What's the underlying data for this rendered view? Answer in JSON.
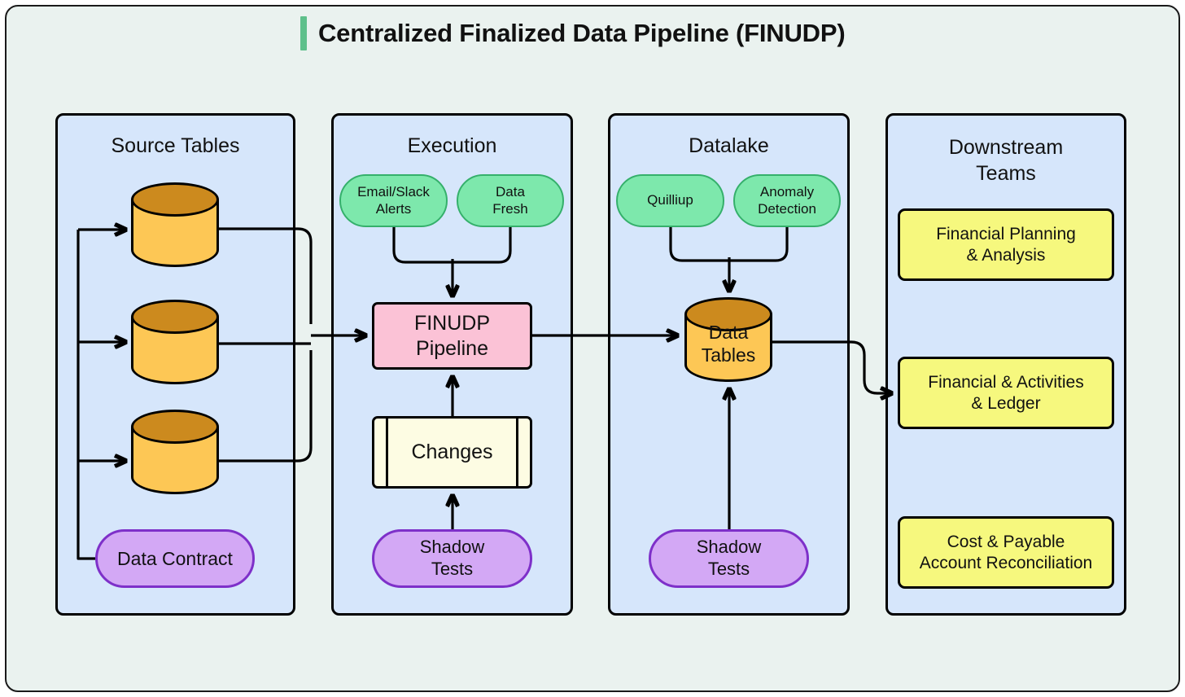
{
  "header": {
    "title": "Centralized Finalized Data Pipeline (FINUDP)",
    "accent_color": "#5ec08b"
  },
  "colors": {
    "page_background": "#eaf2ef",
    "cluster_fill": "#d6e6fb",
    "cluster_border": "#000000",
    "cylinder_body": "#fdc755",
    "cylinder_top": "#cc8a1e",
    "green_pill": "#7de8ac",
    "green_pill_border": "#35b06b",
    "purple_pill": "#d3a8f5",
    "purple_pill_border": "#7e30c9",
    "pink_box": "#fbc2d6",
    "yellow_box": "#f6f87e",
    "subroutine_box": "#fdfce3",
    "edge": "#000000"
  },
  "clusters": [
    {
      "id": "source-tables",
      "title": "Source Tables",
      "nodes": [
        {
          "id": "source-table-1",
          "label": "",
          "shape": "cylinder"
        },
        {
          "id": "source-table-2",
          "label": "",
          "shape": "cylinder"
        },
        {
          "id": "source-table-3",
          "label": "",
          "shape": "cylinder"
        },
        {
          "id": "data-contract",
          "label": "Data Contract",
          "shape": "stadium"
        }
      ]
    },
    {
      "id": "execution",
      "title": "Execution",
      "nodes": [
        {
          "id": "email-slack-alerts",
          "label": "Email/Slack\nAlerts",
          "shape": "stadium"
        },
        {
          "id": "data-fresh",
          "label": "Data\nFresh",
          "shape": "stadium"
        },
        {
          "id": "finudp-pipeline",
          "label": "FINUDP\nPipeline",
          "shape": "rect"
        },
        {
          "id": "changes",
          "label": "Changes",
          "shape": "subroutine"
        },
        {
          "id": "shadow-tests-execution",
          "label": "Shadow\nTests",
          "shape": "stadium"
        }
      ]
    },
    {
      "id": "datalake",
      "title": "Datalake",
      "nodes": [
        {
          "id": "quilliup",
          "label": "Quilliup",
          "shape": "stadium"
        },
        {
          "id": "anomaly-detection",
          "label": "Anomaly\nDetection",
          "shape": "stadium"
        },
        {
          "id": "data-tables",
          "label": "Data\nTables",
          "shape": "cylinder"
        },
        {
          "id": "shadow-tests-datalake",
          "label": "Shadow\nTests",
          "shape": "stadium"
        }
      ]
    },
    {
      "id": "downstream-teams",
      "title": "Downstream\nTeams",
      "nodes": [
        {
          "id": "financial-planning-analysis",
          "label": "Financial Planning\n& Analysis",
          "shape": "rect"
        },
        {
          "id": "financial-activities-ledger",
          "label": "Financial & Activities\n& Ledger",
          "shape": "rect"
        },
        {
          "id": "cost-payable-reconciliation",
          "label": "Cost & Payable\nAccount Reconciliation",
          "shape": "rect"
        }
      ]
    }
  ],
  "edges": [
    {
      "from": "data-contract",
      "to": "source-table-1"
    },
    {
      "from": "data-contract",
      "to": "source-table-2"
    },
    {
      "from": "data-contract",
      "to": "source-table-3"
    },
    {
      "from": "source-table-1",
      "to": "finudp-pipeline"
    },
    {
      "from": "source-table-2",
      "to": "finudp-pipeline"
    },
    {
      "from": "source-table-3",
      "to": "finudp-pipeline"
    },
    {
      "from": "email-slack-alerts",
      "to": "finudp-pipeline"
    },
    {
      "from": "data-fresh",
      "to": "finudp-pipeline"
    },
    {
      "from": "changes",
      "to": "finudp-pipeline"
    },
    {
      "from": "shadow-tests-execution",
      "to": "changes"
    },
    {
      "from": "finudp-pipeline",
      "to": "data-tables"
    },
    {
      "from": "quilliup",
      "to": "data-tables"
    },
    {
      "from": "anomaly-detection",
      "to": "data-tables"
    },
    {
      "from": "shadow-tests-datalake",
      "to": "data-tables"
    },
    {
      "from": "data-tables",
      "to": "financial-activities-ledger"
    }
  ]
}
